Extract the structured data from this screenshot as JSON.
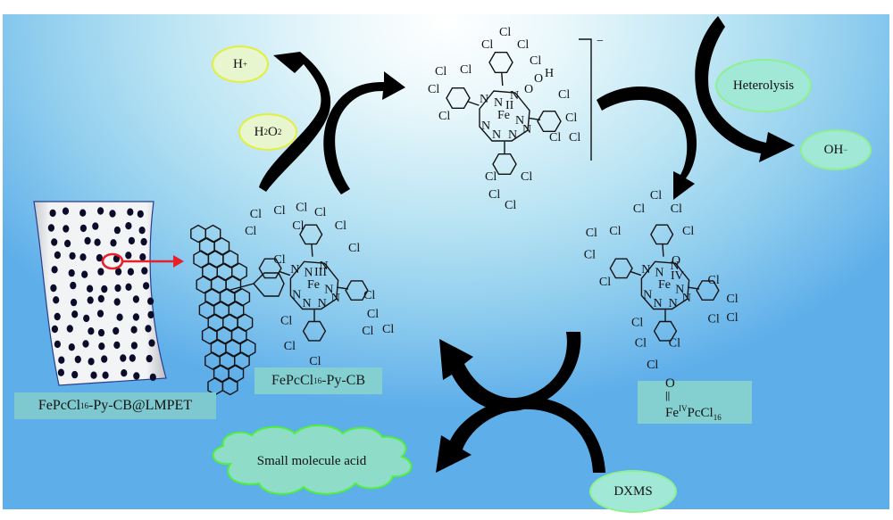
{
  "diagram": {
    "title": "Catalytic cycle of FePcCl16-Py-CB@LMPET with H2O2 for DXMS degradation",
    "species": {
      "h_plus": {
        "base": "H",
        "sup": "+"
      },
      "h2o2": {
        "parts": [
          "H",
          "2",
          "O",
          "2"
        ]
      },
      "heterolysis": "Heterolysis",
      "oh_minus": {
        "base": "OH",
        "sup": "−"
      },
      "dxms": "DXMS",
      "small_acid": "Small molecule acid"
    },
    "labels": {
      "membrane": {
        "a": "FePcCl",
        "sub": "16",
        "b": "-Py-CB@LMPET"
      },
      "catalyst": {
        "a": "FePcCl",
        "sub": "16",
        "b": "-Py-CB"
      },
      "ferryl": {
        "o": "O",
        "dbl": "||",
        "fe": "Fe",
        "sup": "IV",
        "rest": "PcCl",
        "sub": "16"
      }
    },
    "molecule_atoms": {
      "cl": "Cl",
      "n": "N",
      "o": "O",
      "h": "H",
      "fe_ii": "Fe",
      "fe_ii_ox": "II",
      "fe_iv_ox": "IV",
      "fe_iii_ox": "III",
      "charge": "−"
    },
    "colors": {
      "arrow": "#000000",
      "highlight_ring": "#e8202a",
      "ellipse_yellow_border": "#e4ef3c",
      "ellipse_green_border": "#8ef08e",
      "label_box": "#86d2d0",
      "membrane_fill": "#eeeeee",
      "membrane_dots": "#0b0b2a"
    }
  }
}
